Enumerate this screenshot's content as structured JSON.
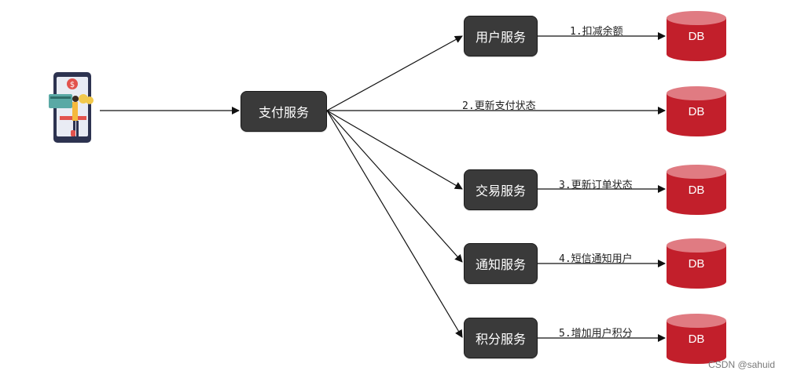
{
  "diagram": {
    "source_node": {
      "label": "支付服务"
    },
    "services": [
      {
        "label": "用户服务"
      },
      {
        "label": "交易服务"
      },
      {
        "label": "通知服务"
      },
      {
        "label": "积分服务"
      }
    ],
    "edge_labels": [
      "1.扣减余额",
      "2.更新支付状态",
      "3.更新订单状态",
      "4.短信通知用户",
      "5.增加用户积分"
    ],
    "databases": [
      {
        "label": "DB"
      },
      {
        "label": "DB"
      },
      {
        "label": "DB"
      },
      {
        "label": "DB"
      },
      {
        "label": "DB"
      }
    ],
    "client_icon": "mobile-payment-icon"
  },
  "colors": {
    "node_fill": "#3a3a3a",
    "db_body": "#c21f2b",
    "db_top": "#e07b82",
    "arrow": "#111111"
  },
  "watermark": "CSDN @sahuid"
}
